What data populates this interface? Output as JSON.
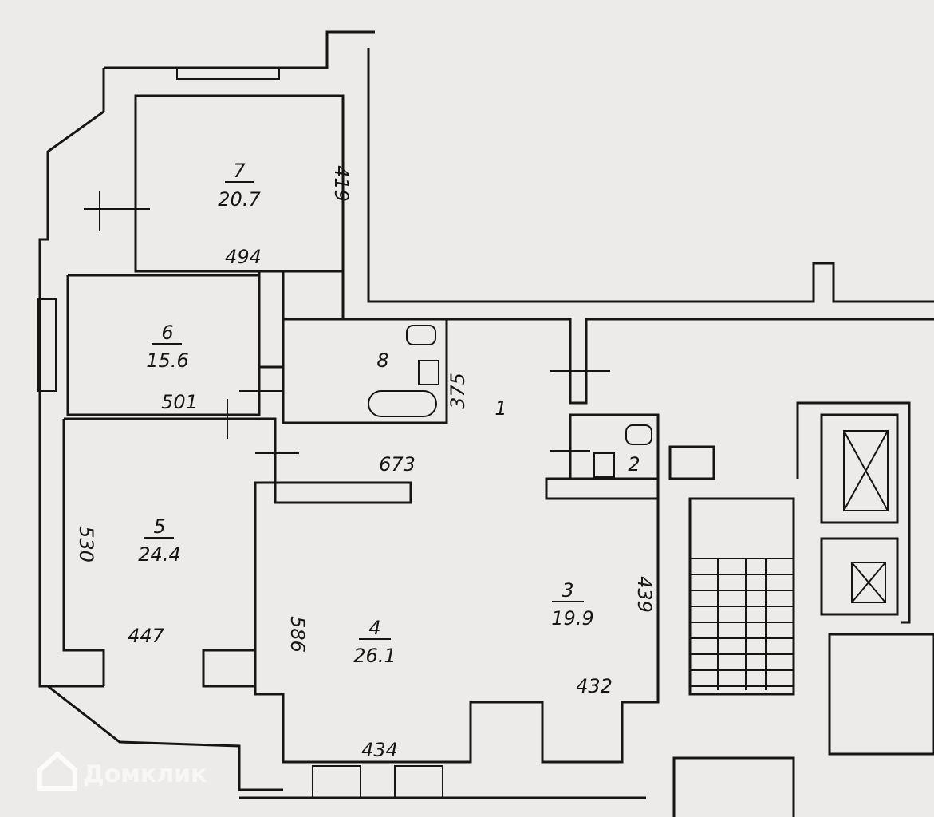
{
  "plan": {
    "rooms": [
      {
        "number": "7",
        "area": "20.7"
      },
      {
        "number": "6",
        "area": "15.6"
      },
      {
        "number": "8"
      },
      {
        "number": "1"
      },
      {
        "number": "2"
      },
      {
        "number": "5",
        "area": "24.4"
      },
      {
        "number": "4",
        "area": "26.1"
      },
      {
        "number": "3",
        "area": "19.9"
      }
    ],
    "dimensions": {
      "room7_height": "419",
      "room7_width": "494",
      "room6_width": "501",
      "bath_height": "375",
      "corridor_width": "673",
      "room5_height": "530",
      "room5_width": "447",
      "room4_height": "586",
      "room4_width": "434",
      "room3_height": "439",
      "room3_width": "432"
    },
    "watermark": "Домклик"
  }
}
